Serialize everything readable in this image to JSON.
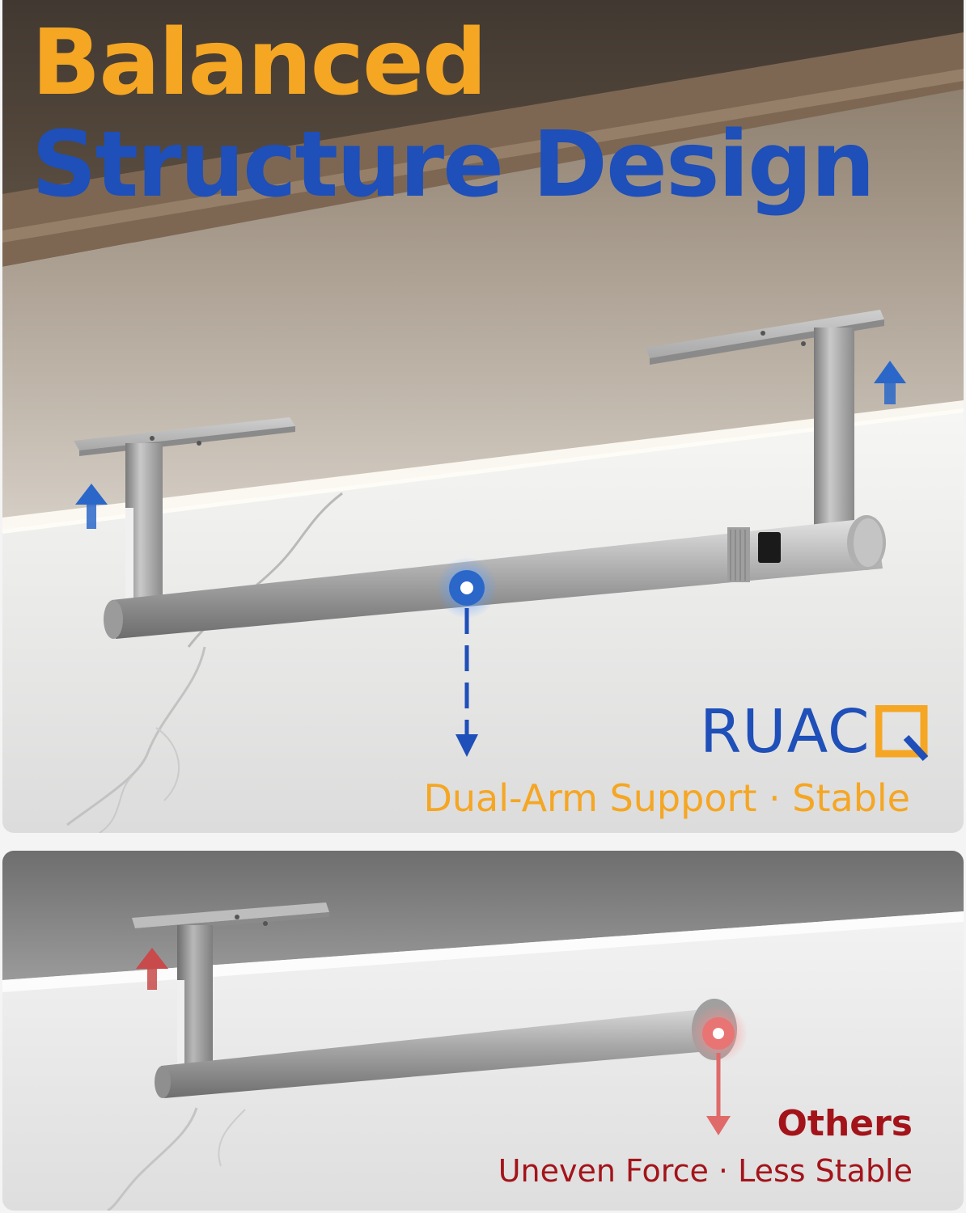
{
  "headline": {
    "line1": "Balanced",
    "line2": "Structure Design"
  },
  "brand": {
    "name": "RUAC",
    "mark_icon": "ruac-logo-square-icon"
  },
  "top_panel": {
    "caption": "Dual-Arm Support · Stable",
    "icons": [
      "up-arrow-icon",
      "center-point-icon",
      "down-arrow-icon"
    ]
  },
  "bottom_panel": {
    "title": "Others",
    "caption": "Uneven Force · Less Stable",
    "icons": [
      "up-arrow-icon",
      "end-point-icon",
      "down-arrow-icon"
    ]
  },
  "colors": {
    "orange": "#f5a623",
    "blue": "#1f4fb8",
    "dark_red": "#a3141a",
    "arrow_blue": "#2a67c9",
    "arrow_red": "#d9605f"
  }
}
